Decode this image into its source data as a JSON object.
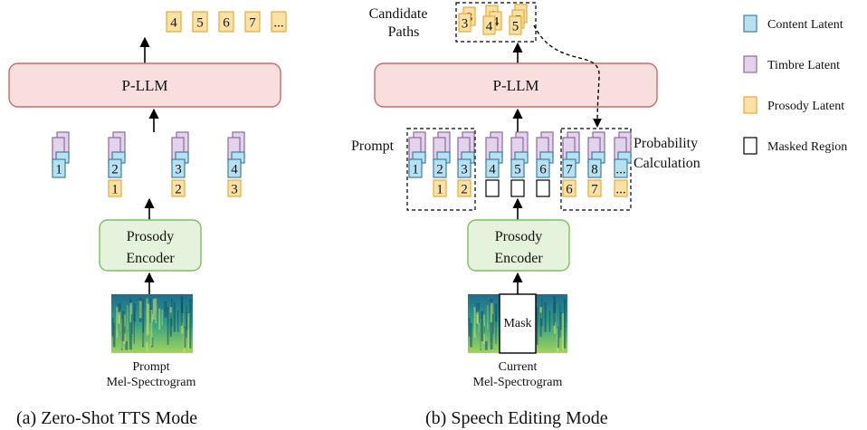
{
  "colors": {
    "content": "#b7e1f0",
    "timbre": "#e3d3ea",
    "prosody": "#fbe1a6",
    "prosody_border": "#e7a938",
    "pllm_fill": "#f9dede",
    "pllm_border": "#c96b6b",
    "encoder_fill": "#e6f3dc",
    "encoder_border": "#7cbf62"
  },
  "left": {
    "output_tokens": [
      "4",
      "5",
      "6",
      "7",
      "..."
    ],
    "pllm_label": "P-LLM",
    "latent_columns": [
      {
        "content": "1",
        "prosody": ""
      },
      {
        "content": "2",
        "prosody": "1"
      },
      {
        "content": "3",
        "prosody": "2"
      },
      {
        "content": "4",
        "prosody": "3"
      }
    ],
    "encoder_line1": "Prosody",
    "encoder_line2": "Encoder",
    "spectrogram_line1": "Prompt",
    "spectrogram_line2": "Mel-Spectrogram",
    "caption": "(a)  Zero-Shot TTS Mode"
  },
  "right": {
    "candidate_line1": "Candidate",
    "candidate_line2": "Paths",
    "candidate_tokens": [
      "3",
      "3",
      "4",
      "4",
      "4",
      "5",
      "5",
      "5"
    ],
    "pllm_label": "P-LLM",
    "prompt_label": "Prompt",
    "probability_line1": "Probability",
    "probability_line2": "Calculation",
    "latent_columns": [
      {
        "content": "1",
        "prosody": ""
      },
      {
        "content": "2",
        "prosody": "1"
      },
      {
        "content": "3",
        "prosody": "2"
      },
      {
        "content": "4",
        "prosody": "masked"
      },
      {
        "content": "5",
        "prosody": "masked"
      },
      {
        "content": "6",
        "prosody": "masked"
      },
      {
        "content": "7",
        "prosody": "6"
      },
      {
        "content": "8",
        "prosody": "7"
      },
      {
        "content": "...",
        "prosody": "..."
      }
    ],
    "encoder_line1": "Prosody",
    "encoder_line2": "Encoder",
    "mask_label": "Mask",
    "spectrogram_line1": "Current",
    "spectrogram_line2": "Mel-Spectrogram",
    "caption": "(b)  Speech Editing Mode"
  },
  "legend": [
    {
      "label": "Content Latent",
      "kind": "content"
    },
    {
      "label": "Timbre Latent",
      "kind": "timbre"
    },
    {
      "label": "Prosody Latent",
      "kind": "prosody"
    },
    {
      "label": "Masked Region",
      "kind": "masked"
    }
  ]
}
